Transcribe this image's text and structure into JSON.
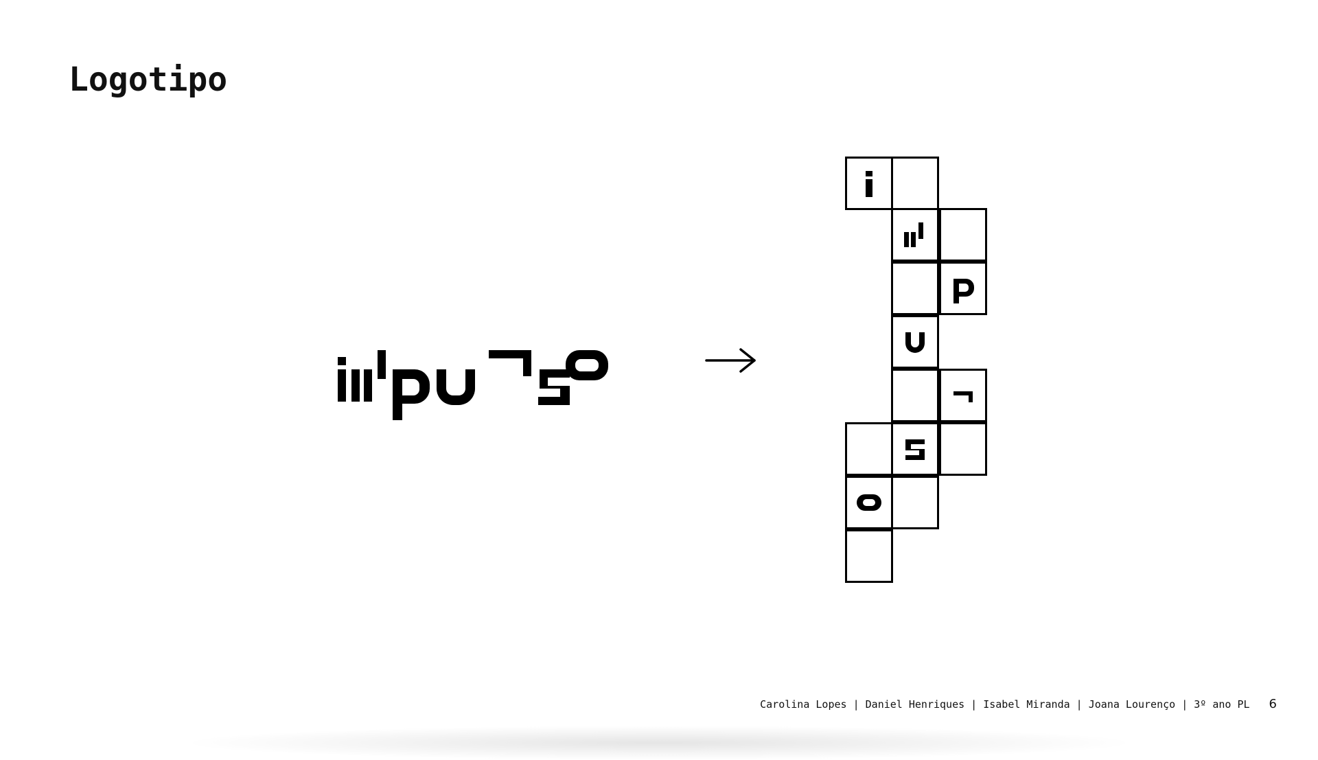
{
  "slide": {
    "title": "Logotipo",
    "page_number": "6"
  },
  "footer": {
    "credits": "Carolina Lopes | Daniel Henriques | Isabel Miranda | Joana Lourenço | 3º ano PL"
  },
  "logo": {
    "wordmark_glyphs": [
      "i",
      "ıı",
      "ı",
      "p",
      "u",
      "¬",
      "s",
      "o"
    ],
    "arrow_icon": "right-arrow-icon",
    "grid_glyphs": [
      "i",
      "ıı",
      "p",
      "u",
      "¬",
      "s",
      "o"
    ]
  },
  "colors": {
    "ink": "#000000",
    "background": "#ffffff"
  }
}
